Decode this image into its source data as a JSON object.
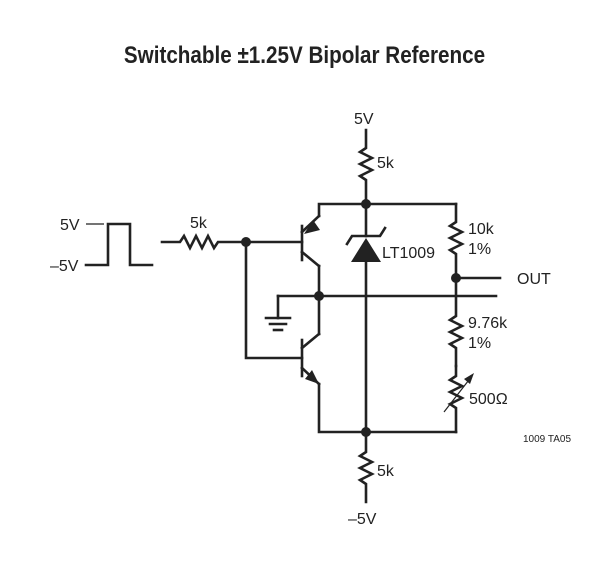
{
  "title": "Switchable ±1.25V Bipolar Reference",
  "labels": {
    "supply_positive": "5V",
    "supply_negative": "–5V",
    "pulse_high": "5V",
    "pulse_low": "–5V",
    "r_input": "5k",
    "r_top_supply": "5k",
    "r_bottom_supply": "5k",
    "r_upper_divider_value": "10k",
    "r_upper_divider_tol": "1%",
    "r_lower_divider_value": "9.76k",
    "r_lower_divider_tol": "1%",
    "trim_pot": "500Ω",
    "reference_ic": "LT1009",
    "output": "OUT",
    "figure_id": "1009 TA05"
  }
}
